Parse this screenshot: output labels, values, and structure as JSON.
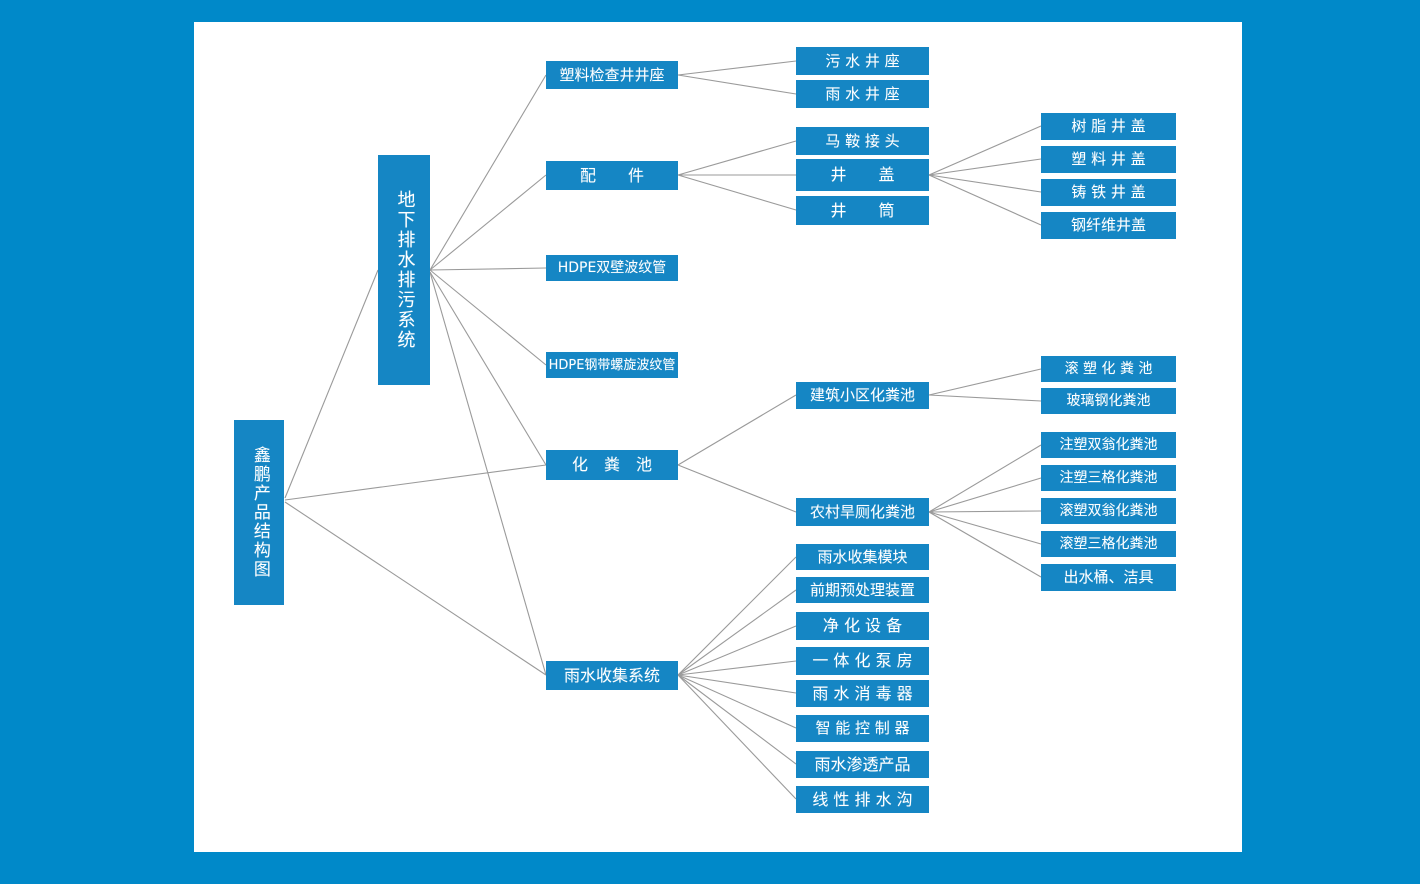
{
  "canvas": {
    "background_color": "#0089c9",
    "paper_color": "#ffffff",
    "node_color": "#1586c4",
    "link_color": "#9a9a9a",
    "text_color": "#ffffff"
  },
  "root": {
    "label": "鑫鹏产品结构图"
  },
  "level2": [
    {
      "label": "地下排水排污系统"
    }
  ],
  "level3": {
    "plastic_inspection_base": "塑料检查井井座",
    "fittings": "配　　件",
    "hdpe_double_wall": "HDPE双壁波纹管",
    "hdpe_steel_spiral": "HDPE钢带螺旋波纹管",
    "septic_tank": "化　粪　池",
    "rainwater_system": "雨水收集系统"
  },
  "plastic_inspection_base_children": [
    {
      "label": "污 水 井 座"
    },
    {
      "label": "雨 水 井 座"
    }
  ],
  "fittings_children": [
    {
      "label": "马 鞍 接 头"
    },
    {
      "label": "井　　盖"
    },
    {
      "label": "井　　筒"
    }
  ],
  "manhole_cover_children": [
    {
      "label": "树 脂 井 盖"
    },
    {
      "label": "塑 料 井 盖"
    },
    {
      "label": "铸 铁 井 盖"
    },
    {
      "label": "钢纤维井盖"
    }
  ],
  "septic_tank_children": [
    {
      "label": "建筑小区化粪池"
    },
    {
      "label": "农村旱厕化粪池"
    }
  ],
  "residential_septic_children": [
    {
      "label": "滚 塑 化 粪 池"
    },
    {
      "label": "玻璃钢化粪池"
    }
  ],
  "rural_septic_children": [
    {
      "label": "注塑双翁化粪池"
    },
    {
      "label": "注塑三格化粪池"
    },
    {
      "label": "滚塑双翁化粪池"
    },
    {
      "label": "滚塑三格化粪池"
    },
    {
      "label": "出水桶、洁具"
    }
  ],
  "rainwater_children": [
    {
      "label": "雨水收集模块"
    },
    {
      "label": "前期预处理装置"
    },
    {
      "label": "净 化 设 备"
    },
    {
      "label": "一 体 化 泵 房"
    },
    {
      "label": "雨 水 消 毒 器"
    },
    {
      "label": "智 能 控 制 器"
    },
    {
      "label": "雨水渗透产品"
    },
    {
      "label": "线 性 排 水 沟"
    }
  ]
}
